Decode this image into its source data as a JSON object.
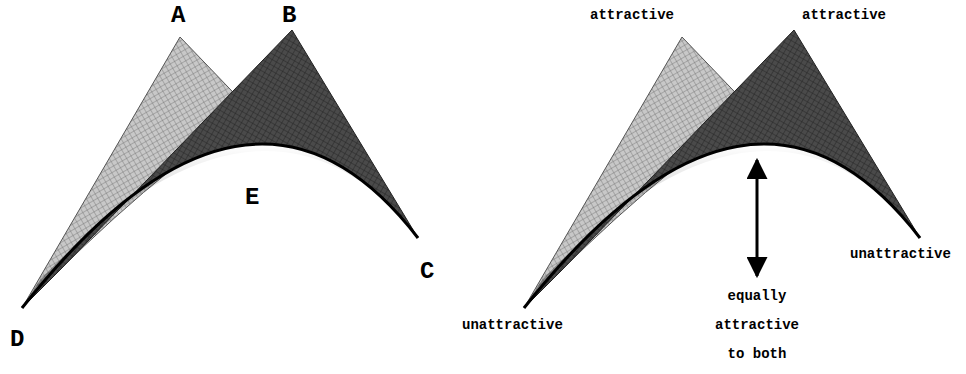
{
  "diagram": {
    "labels": [
      "A",
      "B",
      "E",
      "C",
      "D",
      "attractive",
      "attractive",
      "unattractive",
      "equally attractive to both",
      "unattractive"
    ]
  }
}
